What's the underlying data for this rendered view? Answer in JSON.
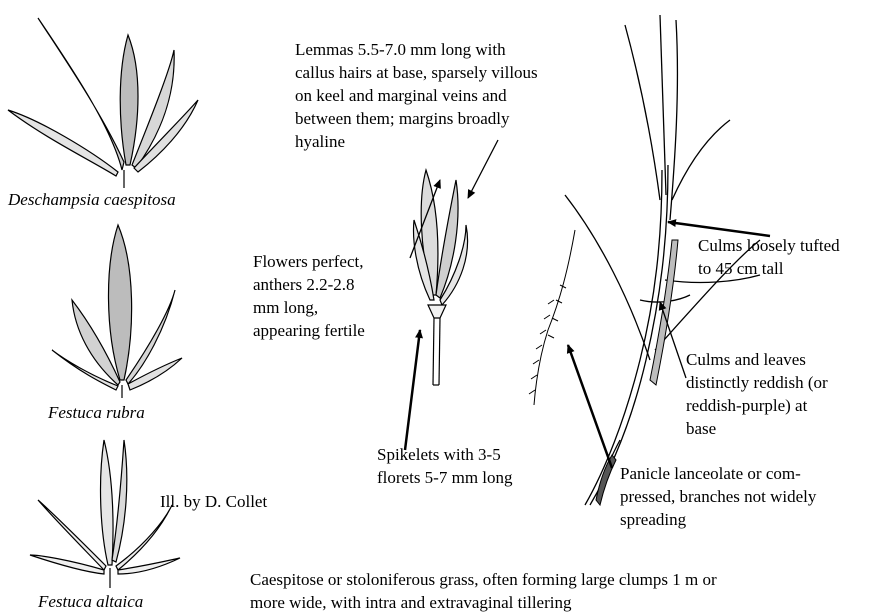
{
  "species": [
    {
      "caption": "Deschampsia caespitosa"
    },
    {
      "caption": "Festuca rubra"
    },
    {
      "caption": "Festuca altaica"
    }
  ],
  "credit": "Ill. by D. Collet",
  "annotations": {
    "lemmas": [
      "Lemmas 5.5-7.0 mm long with",
      "callus hairs at base, sparsely villous",
      "on keel and marginal veins and",
      "between them; margins broadly",
      "hyaline"
    ],
    "flowers": [
      "Flowers perfect,",
      "anthers 2.2-2.8",
      "mm long,",
      "appearing fertile"
    ],
    "spikelets": [
      "Spikelets with 3-5",
      "florets 5-7 mm long"
    ],
    "culms_tufted": [
      "Culms loosely tufted",
      "to 45 cm tall"
    ],
    "culms_reddish": [
      "Culms and leaves",
      "distinctly reddish (or",
      "reddish-purple) at",
      "base"
    ],
    "panicle": [
      "Panicle lanceolate or com-",
      "pressed, branches not widely",
      "spreading"
    ],
    "habit": [
      "Caespitose or stoloniferous grass, often forming large clumps 1 m or",
      "more wide, with intra and extravaginal tillering"
    ]
  }
}
